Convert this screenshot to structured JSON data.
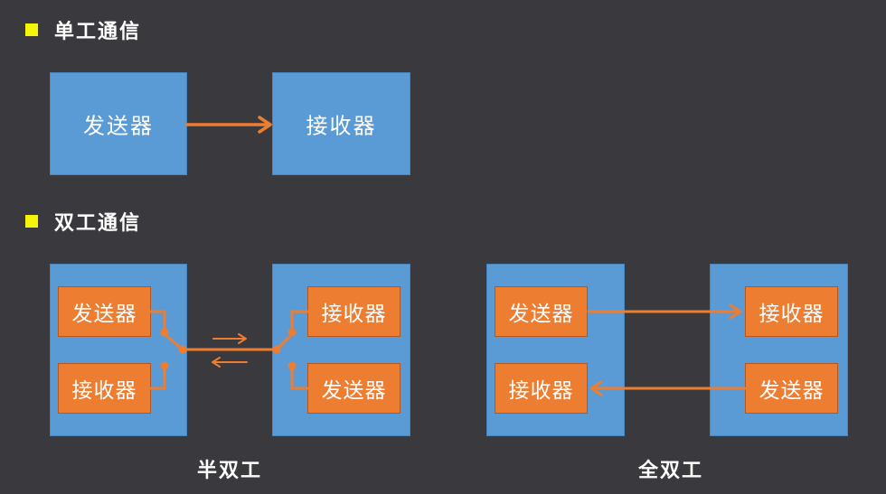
{
  "simplex": {
    "heading": "单工通信",
    "sender": "发送器",
    "receiver": "接收器"
  },
  "duplex": {
    "heading": "双工通信",
    "half": {
      "caption": "半双工",
      "left_top": "发送器",
      "left_bottom": "接收器",
      "right_top": "接收器",
      "right_bottom": "发送器"
    },
    "full": {
      "caption": "全双工",
      "left_top": "发送器",
      "left_bottom": "接收器",
      "right_top": "接收器",
      "right_bottom": "发送器"
    }
  },
  "colors": {
    "background": "#3a3a3e",
    "bullet": "#f5f50a",
    "device_box": "#5b9bd5",
    "component_box": "#ed7d31",
    "connector": "#ed7d31"
  }
}
